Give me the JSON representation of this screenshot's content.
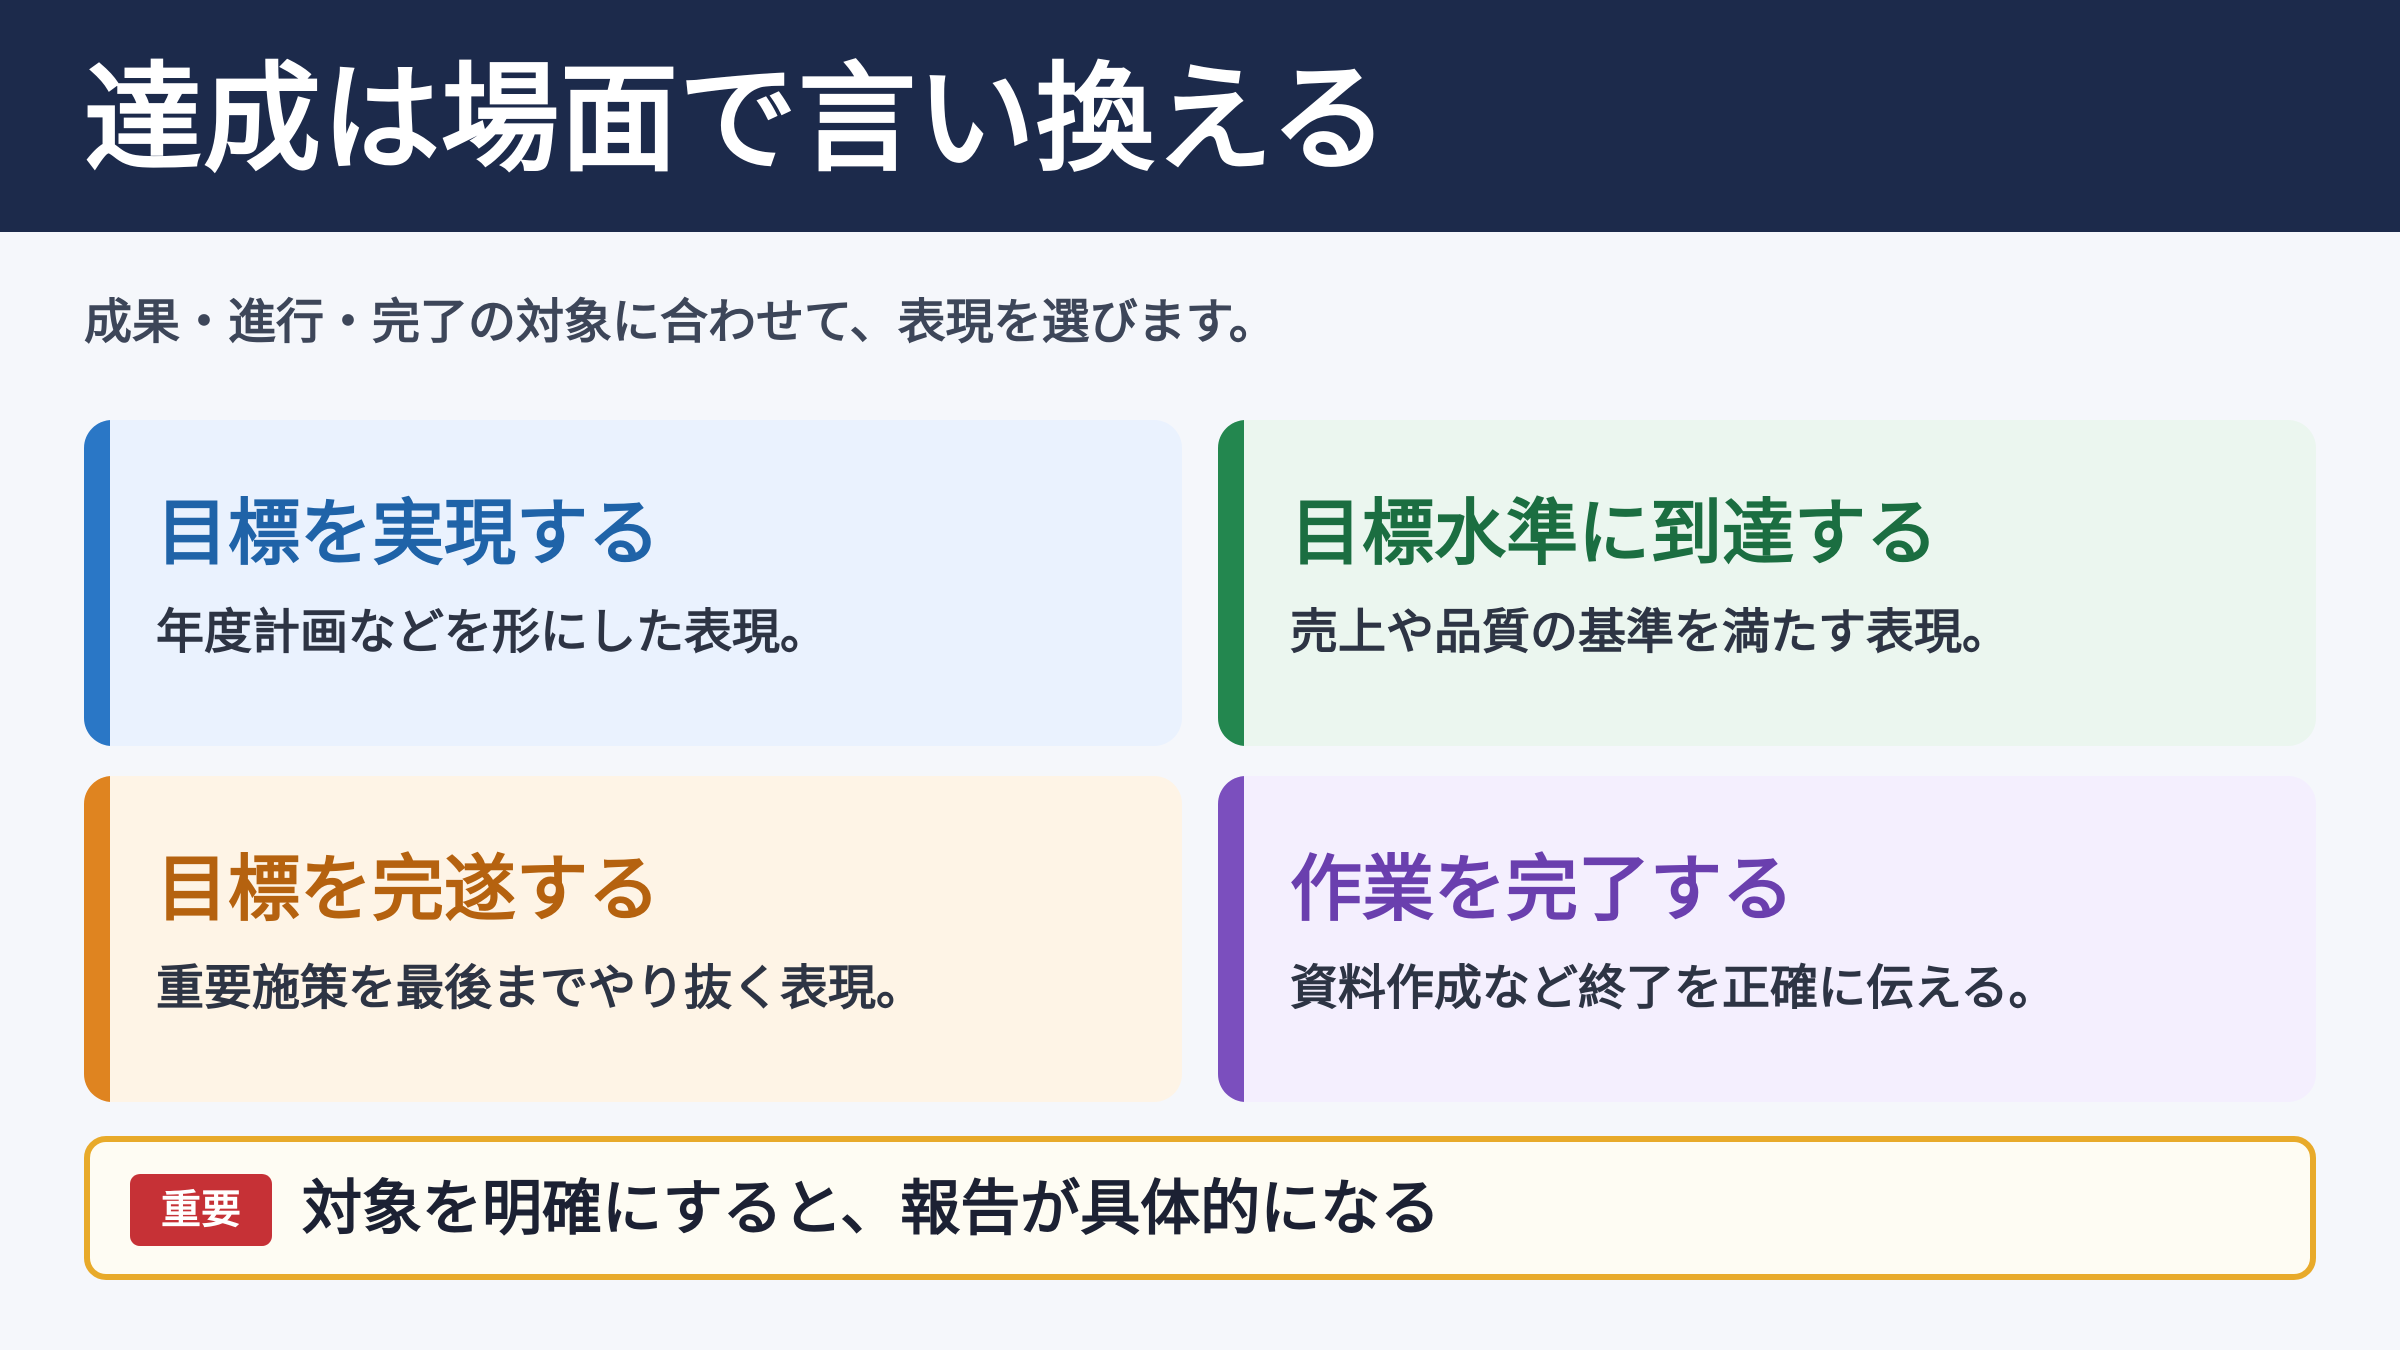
{
  "header": {
    "title": "達成は場面で言い換える"
  },
  "subtitle": "成果・進行・完了の対象に合わせて、表現を選びます。",
  "cards": [
    {
      "title": "目標を実現する",
      "description": "年度計画などを形にした表現。",
      "accent_color": "#2a77c6",
      "title_color": "#1f63a8",
      "background_color": "#eaf2fe"
    },
    {
      "title": "目標水準に到達する",
      "description": "売上や品質の基準を満たす表現。",
      "accent_color": "#23874f",
      "title_color": "#1b6e41",
      "background_color": "#ebf6ef"
    },
    {
      "title": "目標を完遂する",
      "description": "重要施策を最後までやり抜く表現。",
      "accent_color": "#df8420",
      "title_color": "#b5620f",
      "background_color": "#fef4e6"
    },
    {
      "title": "作業を完了する",
      "description": "資料作成など終了を正確に伝える。",
      "accent_color": "#7b4fbe",
      "title_color": "#6a3fae",
      "background_color": "#f4effe"
    }
  ],
  "note": {
    "badge": "重要",
    "text": "対象を明確にすると、報告が具体的になる",
    "border_color": "#e8aa2a",
    "badge_color": "#c63136"
  }
}
